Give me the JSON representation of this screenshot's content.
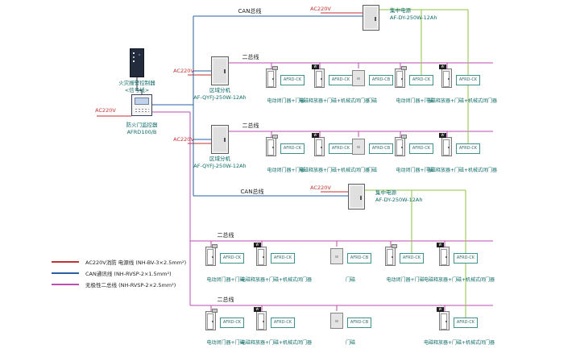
{
  "colors": {
    "power_line": "#c23030",
    "can_line": "#2b5fa5",
    "two_wire_bus_line": "#b84fb0",
    "dc_output_line": "#8cc63e",
    "label_text": "#0c6b66"
  },
  "left_stack": {
    "controller_label": "火灾报警控制器",
    "controller_sublabel": "<信号线>",
    "monitor_power": "AC220V",
    "monitor_label": "防火门监控器",
    "monitor_model": "AFRD100/B"
  },
  "bus": {
    "can_top": "CAN总线",
    "row2": "二总线",
    "row3": "二总线",
    "can_mid": "CAN总线",
    "row5": "二总线",
    "row6": "二总线"
  },
  "power1": {
    "ac": "AC220V",
    "label": "集中电源",
    "model": "AF-DY-250W-12Ah"
  },
  "power2": {
    "ac": "AC220V",
    "label": "集中电源",
    "model": "AF-DY-250W-12Ah"
  },
  "zone1": {
    "ac": "AC220V",
    "label": "区域分机",
    "model": "AF-QYFJ-250W-12Ah"
  },
  "zone2": {
    "ac": "AC220V",
    "label": "区域分机",
    "model": "AF-QYFJ-250W-12Ah"
  },
  "rows": {
    "row2": {
      "groups": [
        {
          "type": "closer",
          "box": "AFRD-CK",
          "label": "电动闭门器+门磁"
        },
        {
          "type": "release",
          "box": "AFRD-CK",
          "label": "电磁释放器+门磁+机械式闭门器"
        },
        {
          "type": "magnet",
          "box": "AFRD-CB",
          "label": "门磁"
        },
        {
          "type": "closer",
          "box": "AFRD-CK",
          "label": "电动闭门器+门磁"
        },
        {
          "type": "release",
          "box": "AFRD-CK",
          "label": "电磁释放器+门磁+机械式闭门器"
        }
      ]
    },
    "row3": {
      "groups": [
        {
          "type": "closer",
          "box": "AFRD-CK",
          "label": "电动闭门器+门磁"
        },
        {
          "type": "release",
          "box": "AFRD-CK",
          "label": "电磁释放器+门磁+机械式闭门器"
        },
        {
          "type": "magnet",
          "box": "AFRD-CB",
          "label": "门磁"
        },
        {
          "type": "closer",
          "box": "AFRD-CK",
          "label": "电动闭门器+门磁"
        },
        {
          "type": "release",
          "box": "AFRD-CK",
          "label": "电磁释放器+门磁+机械式闭门器"
        }
      ]
    },
    "row5": {
      "groups": [
        {
          "type": "closer",
          "box": "AFRD-CK",
          "label": "电动闭门器+门磁"
        },
        {
          "type": "release",
          "box": "AFRD-CK",
          "label": "电磁释放器+门磁+机械式闭门器"
        },
        {
          "type": "magnet",
          "box": "AFRD-CB",
          "label": "门磁"
        },
        {
          "type": "closer",
          "box": "AFRD-CK",
          "label": "电动闭门器+门磁"
        },
        {
          "type": "release",
          "box": "AFRD-CK",
          "label": "电磁释放器+门磁+机械式闭门器"
        }
      ]
    },
    "row6": {
      "groups": [
        {
          "type": "closer",
          "box": "AFRD-CK",
          "label": "电动闭门器+门磁"
        },
        {
          "type": "release",
          "box": "AFRD-CK",
          "label": "电磁释放器+门磁+机械式闭门器"
        },
        {
          "type": "magnet",
          "box": "AFRD-CB",
          "label": "门磁"
        },
        {
          "type": "release",
          "box": "AFRD-CK",
          "label": "电磁释放器+门磁+机械式闭门器"
        }
      ]
    }
  },
  "legend": {
    "items": [
      {
        "label": "AC220V消防 电源线 (NH-BV-3×2.5mm²)",
        "color": "#c23030"
      },
      {
        "label": "CAN通讯线 (NH-RVSP-2×1.5mm²)",
        "color": "#2b5fa5"
      },
      {
        "label": "无极性二总线 (NH-RVSP-2×2.5mm²)",
        "color": "#b84fb0"
      }
    ]
  }
}
